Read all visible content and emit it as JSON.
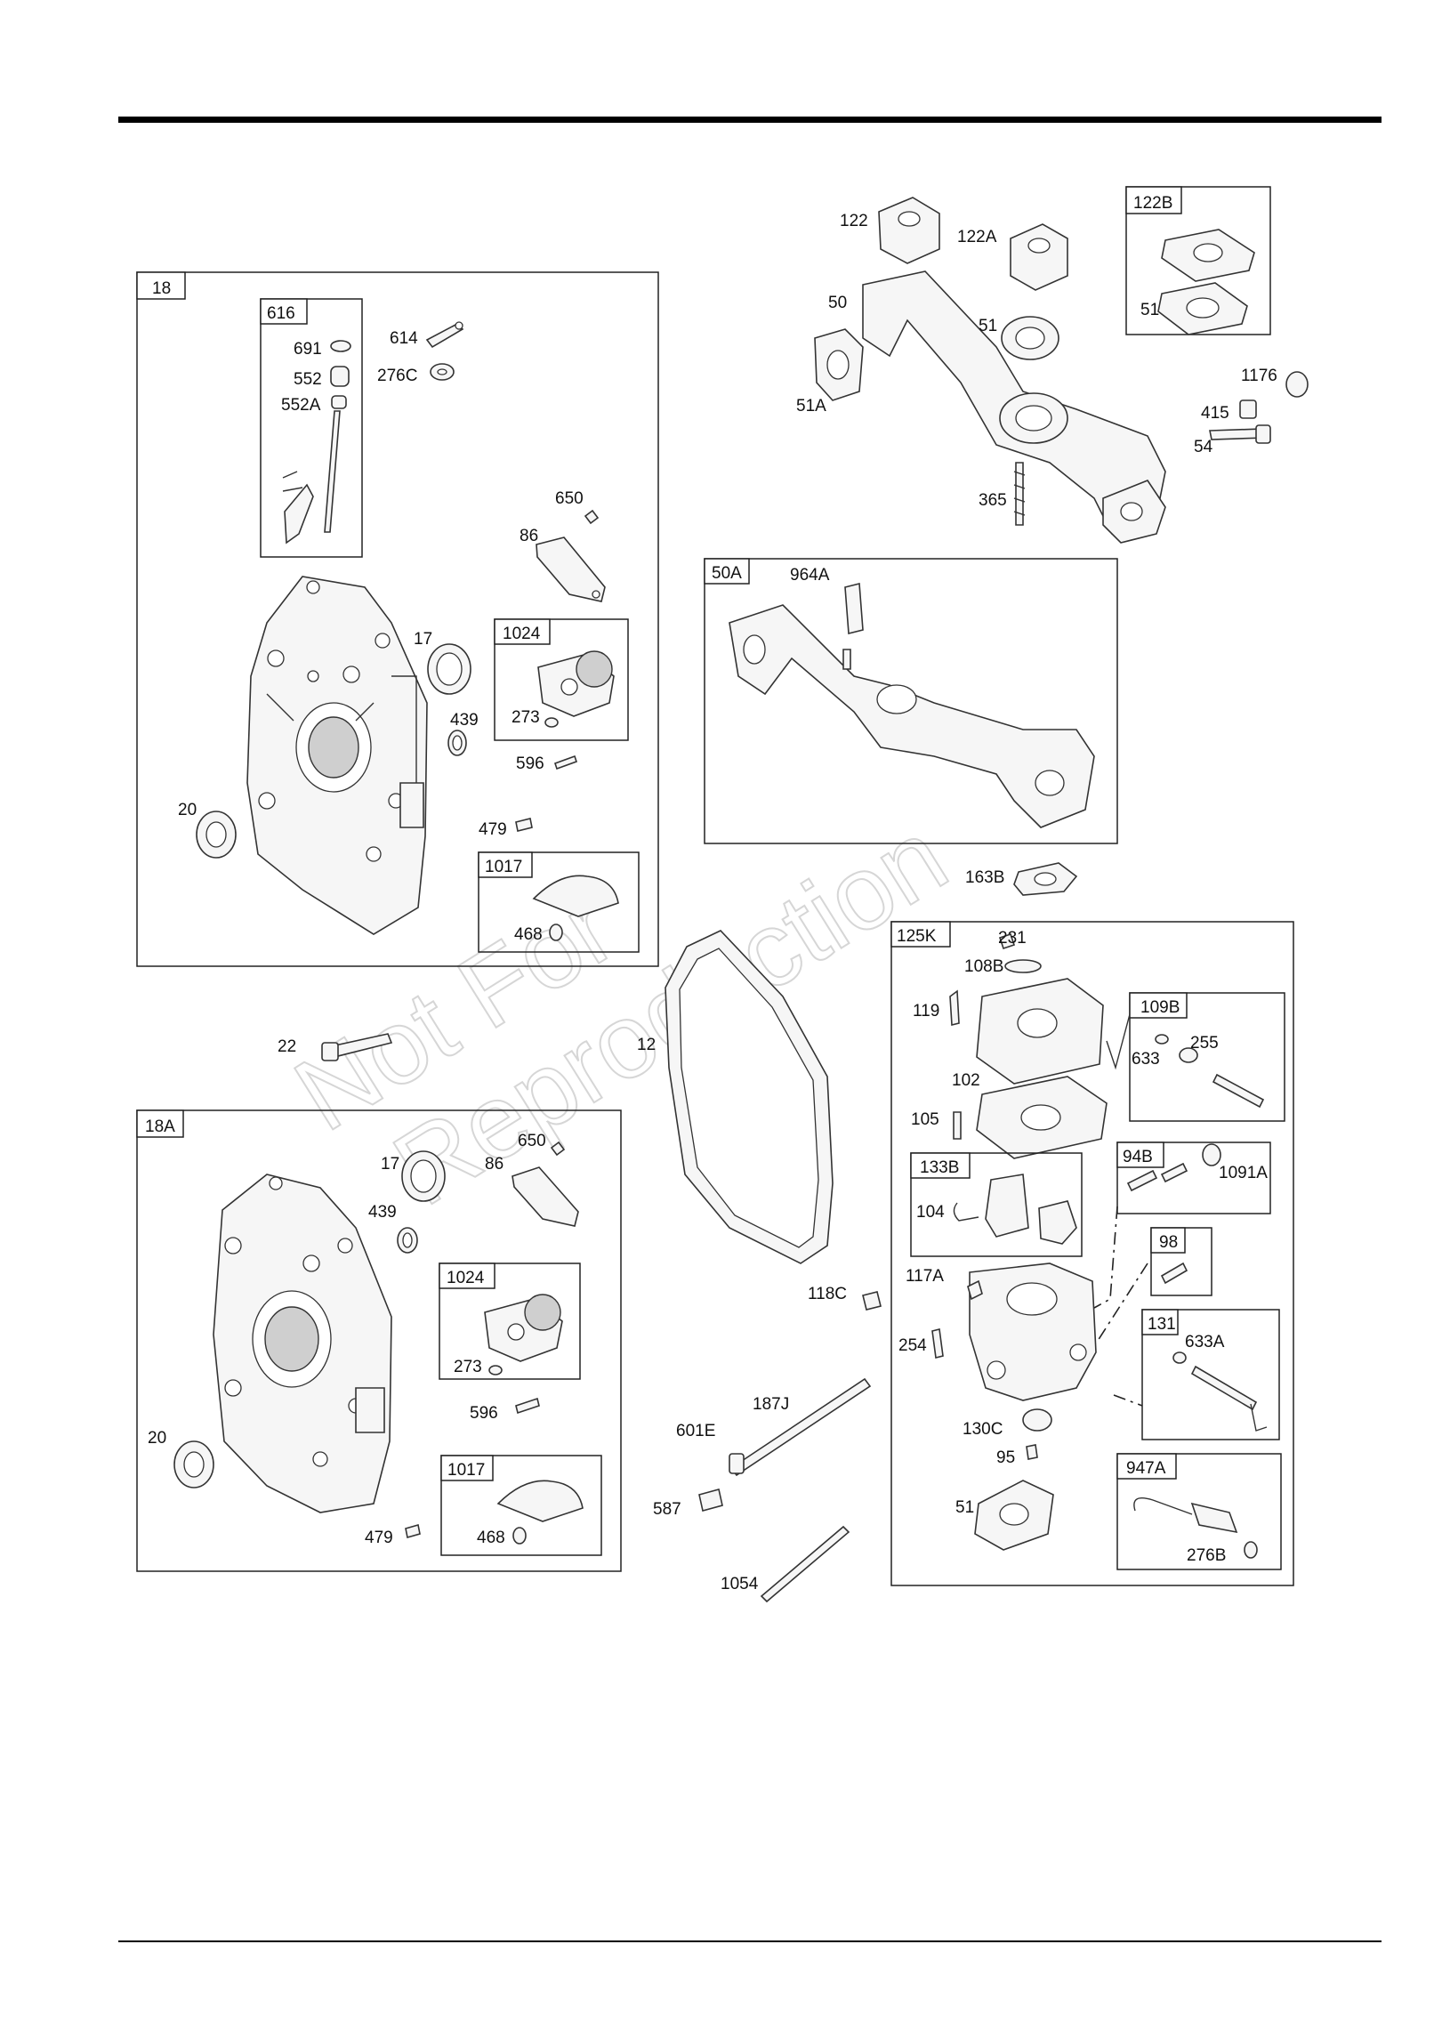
{
  "watermark": {
    "line1": "Not For",
    "line2": "Reproduction"
  },
  "group_labels": {
    "g18": "18",
    "g616": "616",
    "g1024a": "1024",
    "g1017a": "1017",
    "g18A": "18A",
    "g1024b": "1024",
    "g1017b": "1017",
    "g122B": "122B",
    "g50A": "50A",
    "g125K": "125K",
    "g109B": "109B",
    "g133B": "133B",
    "g94B": "94B",
    "g98": "98",
    "g131": "131",
    "g947A": "947A"
  },
  "part_labels": {
    "p691": "691",
    "p552": "552",
    "p552A": "552A",
    "p614": "614",
    "p276C": "276C",
    "p650a": "650",
    "p86a": "86",
    "p17a": "17",
    "p439a": "439",
    "p273a": "273",
    "p596a": "596",
    "p20a": "20",
    "p479a": "479",
    "p468a": "468",
    "p22": "22",
    "p17b": "17",
    "p650b": "650",
    "p86b": "86",
    "p439b": "439",
    "p273b": "273",
    "p596b": "596",
    "p20b": "20",
    "p479b": "479",
    "p468b": "468",
    "p122": "122",
    "p122A": "122A",
    "p51top": "51",
    "p50": "50",
    "p51": "51",
    "p51A": "51A",
    "p1176": "1176",
    "p415": "415",
    "p54": "54",
    "p365": "365",
    "p964A": "964A",
    "p163B": "163B",
    "p12": "12",
    "p118C": "118C",
    "p187J": "187J",
    "p601E": "601E",
    "p587": "587",
    "p1054": "1054",
    "p231": "231",
    "p108B": "108B",
    "p119": "119",
    "p633": "633",
    "p255": "255",
    "p102": "102",
    "p105": "105",
    "p1091A": "1091A",
    "p104": "104",
    "p117A": "117A",
    "p254": "254",
    "p633A": "633A",
    "p130C": "130C",
    "p95": "95",
    "p51c": "51",
    "p276B": "276B"
  }
}
